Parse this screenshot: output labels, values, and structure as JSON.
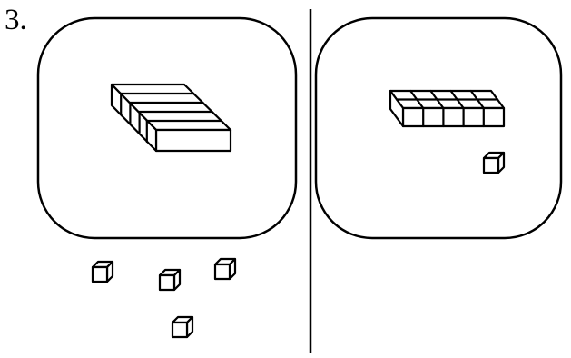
{
  "problem": {
    "number_label": "3."
  },
  "left_panel": {
    "flats_count": 1,
    "flat_rods": 5,
    "loose_cubes": 4
  },
  "right_panel": {
    "rods_count": 1,
    "rod_units": 5,
    "loose_cubes": 1
  },
  "colors": {
    "ink": "#000000",
    "paper": "#ffffff"
  }
}
